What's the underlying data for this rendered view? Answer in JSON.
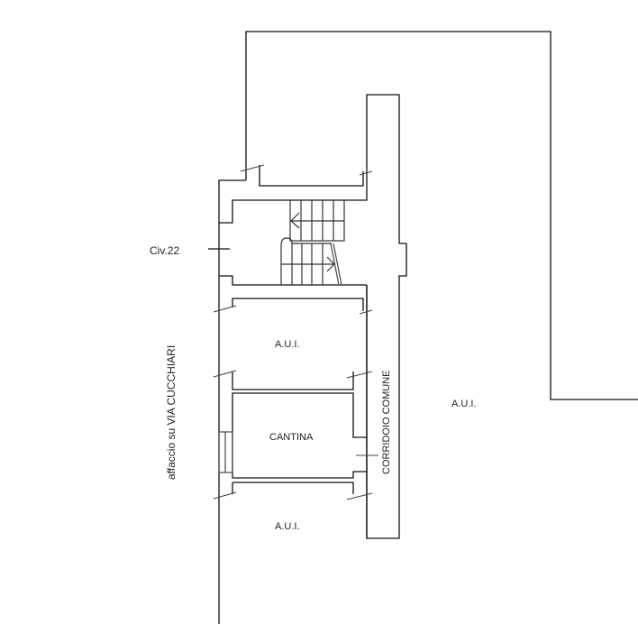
{
  "plan": {
    "labels": {
      "civic_number": "Civ.22",
      "street_facing": "affaccio su VIA CUCCHIARI",
      "corridor": "CORRIDOIO COMUNE",
      "room_upper": "A.U.I.",
      "room_cellar": "CANTINA",
      "room_lower": "A.U.I.",
      "room_right": "A.U.I."
    },
    "colors": {
      "line": "#111111",
      "secondary_line": "#555555",
      "background": "#ffffff"
    }
  }
}
